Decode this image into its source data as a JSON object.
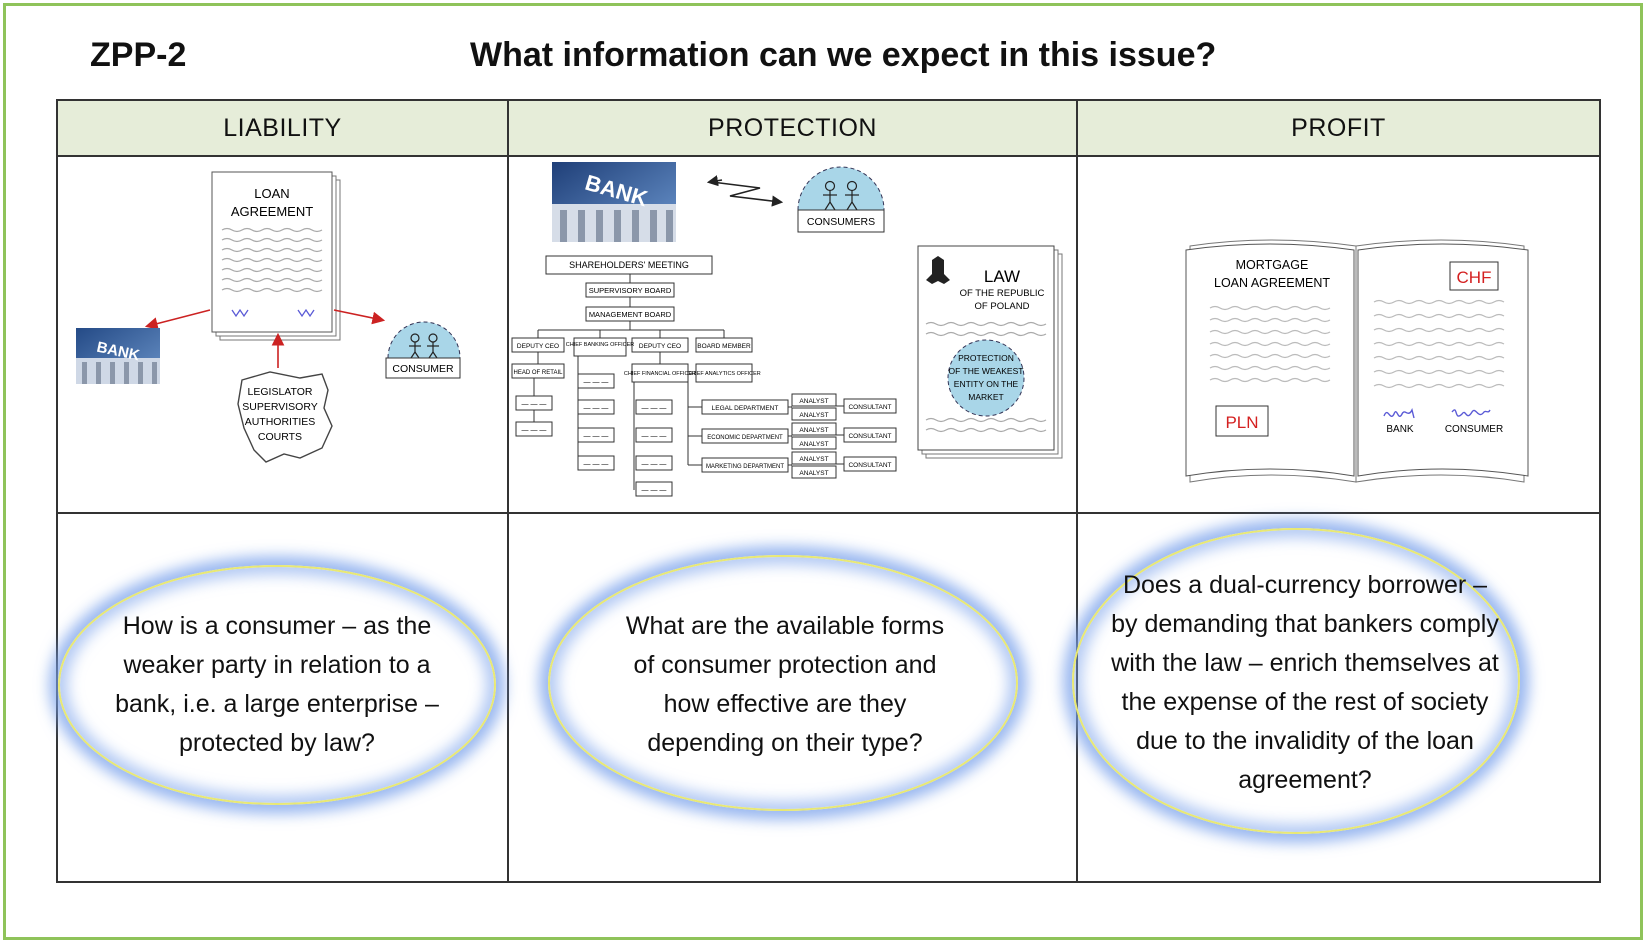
{
  "header": {
    "code": "ZPP-2",
    "title": "What information can we expect in this issue?"
  },
  "columns": [
    {
      "label": "LIABILITY"
    },
    {
      "label": "PROTECTION"
    },
    {
      "label": "PROFIT"
    }
  ],
  "liability": {
    "doc_line1": "LOAN",
    "doc_line2": "AGREEMENT",
    "bank": "BANK",
    "consumer": "CONSUMER",
    "map_lines": [
      "LEGISLATOR",
      "SUPERVISORY",
      "AUTHORITIES",
      "COURTS"
    ],
    "question": "How is a consumer – as the weaker party in relation to a bank, i.e. a large enterprise – protected by law?"
  },
  "protection": {
    "bank": "BANK",
    "consumers": "CONSUMERS",
    "org": {
      "meeting": "SHAREHOLDERS' MEETING",
      "supervisory": "SUPERVISORY BOARD",
      "management": "MANAGEMENT BOARD",
      "deputy1": "DEPUTY CEO",
      "cbo": "CHIEF BANKING OFFICER",
      "deputy2": "DEPUTY CEO",
      "board_member": "BOARD MEMBER",
      "head_retail": "HEAD OF RETAIL",
      "cfo": "CHIEF FINANCIAL OFFICER",
      "cao": "CHIEF ANALYTICS OFFICER",
      "legal": "LEGAL DEPARTMENT",
      "economic": "ECONOMIC DEPARTMENT",
      "marketing": "MARKETING DEPARTMENT",
      "analyst": "ANALYST",
      "consultant": "CONSULTANT",
      "dash": "— — —"
    },
    "law_title": "LAW",
    "law_sub1": "OF THE REPUBLIC",
    "law_sub2": "OF POLAND",
    "law_circle": [
      "PROTECTION",
      "OF THE WEAKEST",
      "ENTITY ON THE",
      "MARKET"
    ],
    "question": "What are the available forms of consumer protection and how effective are they depending on their type?"
  },
  "profit": {
    "book_line1": "MORTGAGE",
    "book_line2": "LOAN AGREEMENT",
    "chf": "CHF",
    "pln": "PLN",
    "bank": "BANK",
    "consumer": "CONSUMER",
    "question": "Does a dual-currency borrower – by demanding that bankers comply with the law – enrich themselves at the expense of the rest of society due to the invalidity of the loan agreement?"
  },
  "colors": {
    "frame": "#8fc35a",
    "header_bg": "#e6edd9",
    "arrow": "#cc2222",
    "currency": "#d42020",
    "oval_glow": "#7aa0eb",
    "oval_ring": "#e8e874",
    "consumer_circle": "#a9d6e8"
  }
}
